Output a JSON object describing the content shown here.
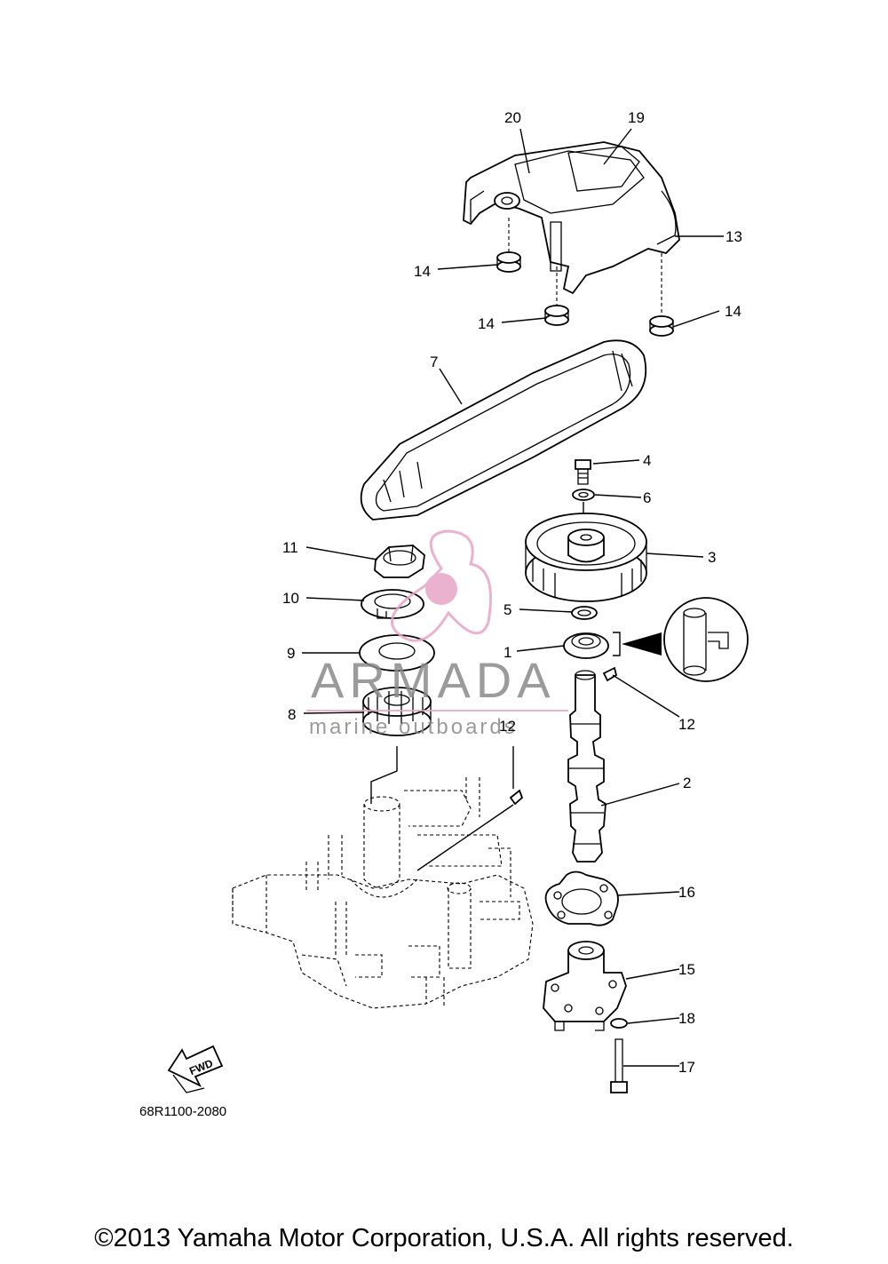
{
  "diagram": {
    "callouts": [
      {
        "id": "c20",
        "label": "20"
      },
      {
        "id": "c19",
        "label": "19"
      },
      {
        "id": "c13",
        "label": "13"
      },
      {
        "id": "c14a",
        "label": "14"
      },
      {
        "id": "c14b",
        "label": "14"
      },
      {
        "id": "c14c",
        "label": "14"
      },
      {
        "id": "c7",
        "label": "7"
      },
      {
        "id": "c4",
        "label": "4"
      },
      {
        "id": "c6",
        "label": "6"
      },
      {
        "id": "c3",
        "label": "3"
      },
      {
        "id": "c11",
        "label": "11"
      },
      {
        "id": "c10",
        "label": "10"
      },
      {
        "id": "c5",
        "label": "5"
      },
      {
        "id": "c1",
        "label": "1"
      },
      {
        "id": "c9",
        "label": "9"
      },
      {
        "id": "c8",
        "label": "8"
      },
      {
        "id": "c12a",
        "label": "12"
      },
      {
        "id": "c12b",
        "label": "12"
      },
      {
        "id": "c2",
        "label": "2"
      },
      {
        "id": "c16",
        "label": "16"
      },
      {
        "id": "c15",
        "label": "15"
      },
      {
        "id": "c18",
        "label": "18"
      },
      {
        "id": "c17",
        "label": "17"
      }
    ],
    "fwd_label": "FWD",
    "drawing_code": "68R1100-2080"
  },
  "watermark": {
    "brand": "ARMADA",
    "tagline": "marine outboards",
    "color": "#e8a5c8"
  },
  "copyright": "©2013 Yamaha Motor Corporation, U.S.A. All rights reserved."
}
